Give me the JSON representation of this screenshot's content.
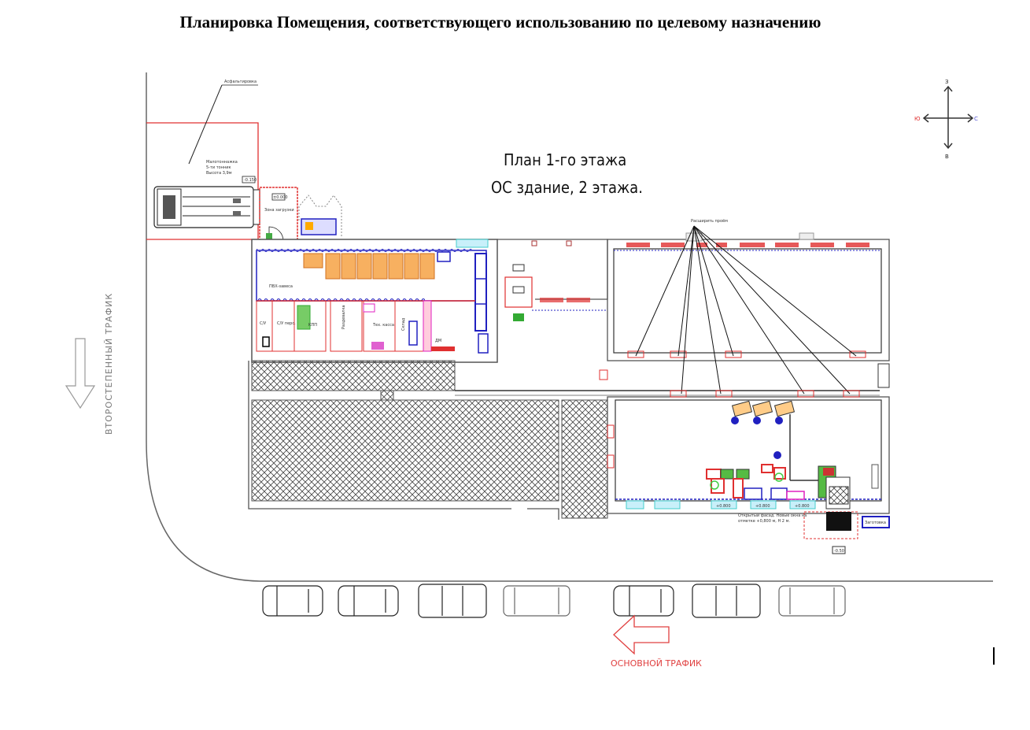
{
  "document": {
    "title": "Планировка Помещения, соответствующего использованию по целевому назначению"
  },
  "plan": {
    "heading_line1": "План 1-го этажа",
    "heading_line2": "ОС здание, 2 этажа."
  },
  "compass": {
    "north": "З",
    "south": "В",
    "west": "Ю",
    "east": "С",
    "west_color": "#e03030",
    "east_color": "#5050d0"
  },
  "annotations": {
    "asphalt": "Асфальтировка",
    "truck_line1": "Малотоннажка",
    "truck_line2": "5-ти тонник",
    "truck_line3": "Высота 3,9м",
    "loading_zone": "Зона загрузки",
    "pvh_curtain": "ПВХ-завеса",
    "widen_openings": "Расширить проём",
    "facade_line1": "Открытый фасад. Новые окна на",
    "facade_line2": "отметке +0,800 м, Н 2 м.",
    "blue_box": "Заготовка",
    "level_minus_015": "-0.150",
    "level_plus_0800": "+0.800",
    "level_zero": "±0.000",
    "level_minus_050": "-0.50"
  },
  "rooms": {
    "su": "С/У",
    "su_staff": "С/У перс.",
    "kpp": "КПП",
    "changing": "Раздевалка",
    "tech_cash": "Тех. касса",
    "warehouse": "Склад",
    "dm": "ДМ"
  },
  "traffic": {
    "secondary": "ВТОРОСТЕПЕННЫЙ ТРАФИК",
    "main": "ОСНОВНОЙ ТРАФИК",
    "main_color": "#e04040",
    "secondary_color": "#888888"
  },
  "colors": {
    "wall": "#555555",
    "red": "#e03030",
    "blue": "#2020c0",
    "orange": "#f0a050",
    "magenta": "#e020c0",
    "green": "#40b030",
    "cyan": "#80e0f0"
  }
}
